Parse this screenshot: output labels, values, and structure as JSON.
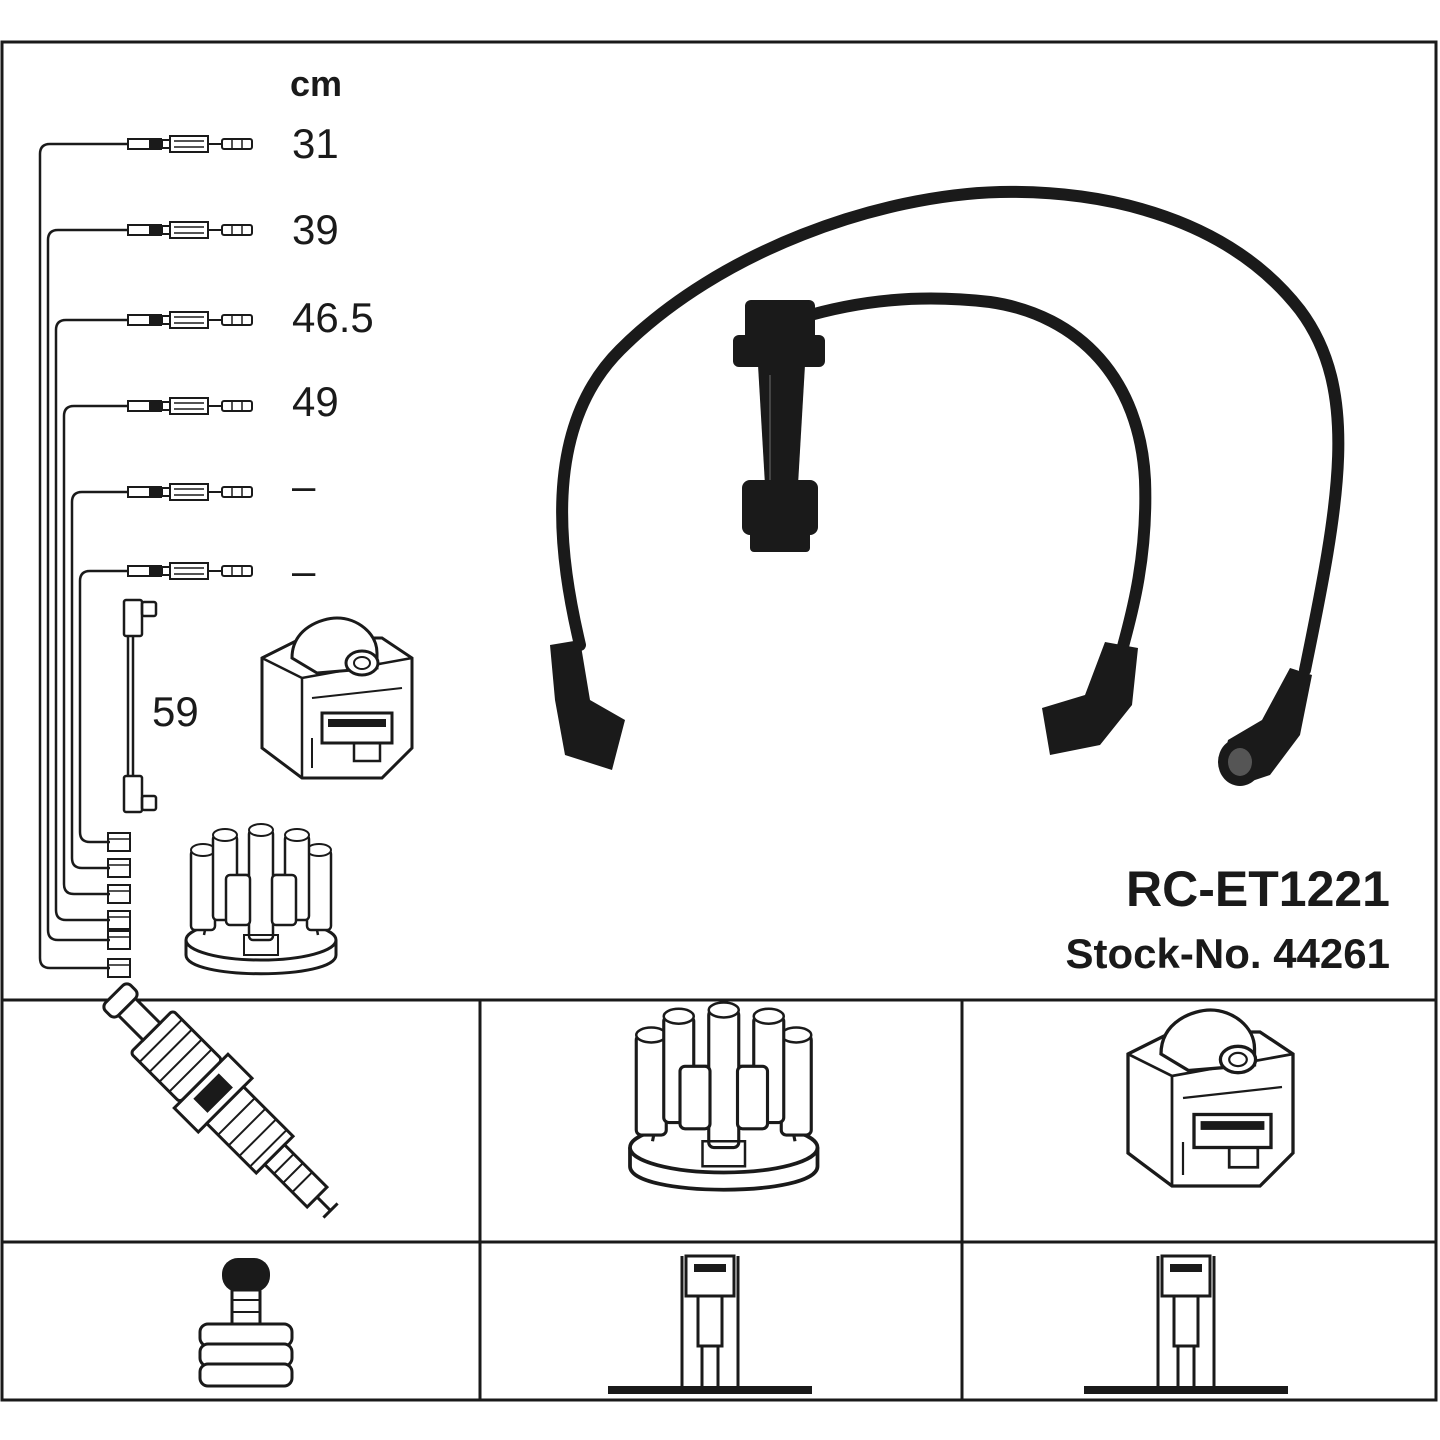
{
  "unit_label": "cm",
  "cable_lengths": [
    "31",
    "39",
    "46.5",
    "49",
    "–",
    "–"
  ],
  "coil_cable_length": "59",
  "product": {
    "part_number": "RC-ET1221",
    "stock_number": "Stock-No. 44261"
  },
  "colors": {
    "line": "#1a1a1a",
    "background": "#ffffff"
  }
}
